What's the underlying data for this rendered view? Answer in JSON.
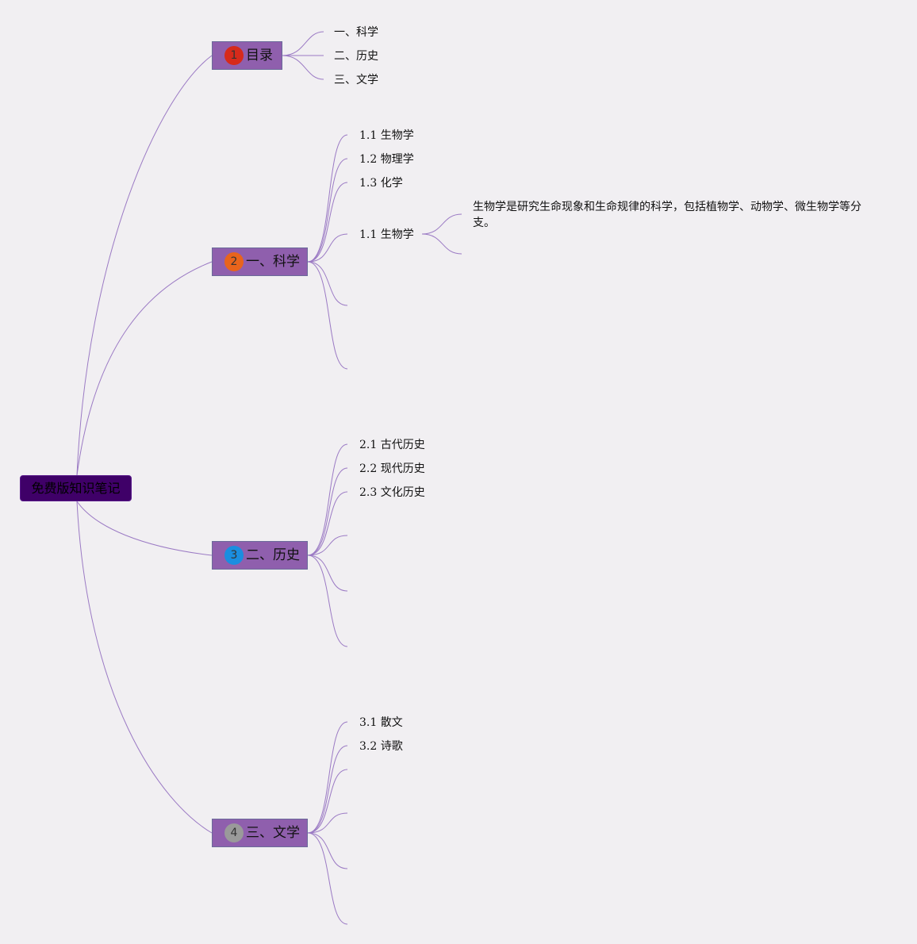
{
  "colors": {
    "root_bg": "#3f0068",
    "branch_bg": "#8f5fad",
    "link": "#9b7ac4",
    "badge1": "#d62a1b",
    "badge2": "#e8641c",
    "badge3": "#1a8ee0",
    "badge4": "#9a9a9a"
  },
  "root": {
    "label": "免费版知识笔记"
  },
  "branches": [
    {
      "badge": "1",
      "label": "目录",
      "leaves": [
        "一、科学",
        "二、历史",
        "三、文学"
      ]
    },
    {
      "badge": "2",
      "label": "一、科学",
      "leaves": [
        "1.1 生物学",
        "1.2 物理学",
        "1.3 化学",
        "1.1 生物学"
      ],
      "detail": "生物学是研究生命现象和生命规律的科学，包括植物学、动物学、微生物学等分支。"
    },
    {
      "badge": "3",
      "label": "二、历史",
      "leaves": [
        "2.1 古代历史",
        "2.2 现代历史",
        "2.3 文化历史"
      ]
    },
    {
      "badge": "4",
      "label": "三、文学",
      "leaves": [
        "3.1 散文",
        "3.2 诗歌"
      ]
    }
  ]
}
